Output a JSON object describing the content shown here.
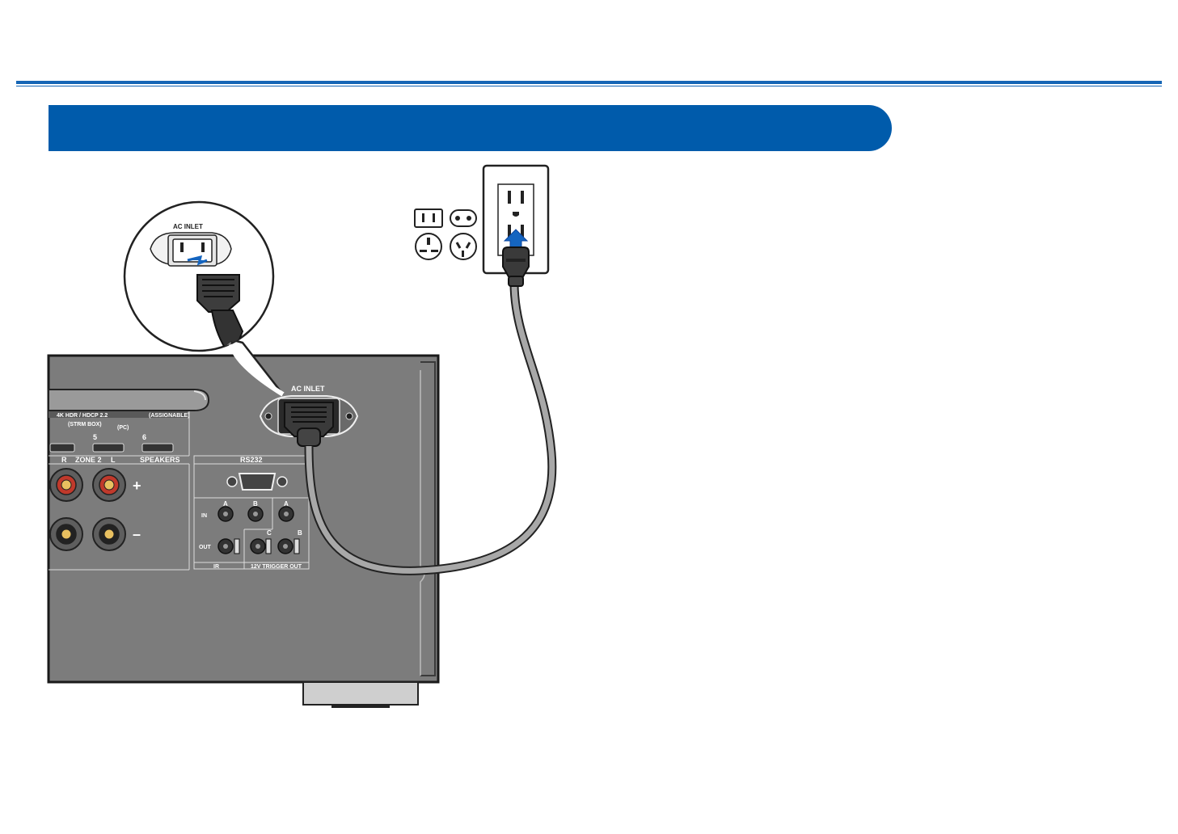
{
  "diagram": {
    "callout_label": "AC INLET",
    "inlet_label": "AC INLET",
    "hdmi": {
      "header": "4K HDR / HDCP 2.2",
      "assignable": "(ASSIGNABLE)",
      "strm_box": "(STRM BOX)",
      "pc": "(PC)",
      "port_5": "5",
      "port_6": "6"
    },
    "zone2": {
      "label": "ZONE 2",
      "r": "R",
      "l": "L",
      "speakers": "SPEAKERS",
      "plus": "+",
      "minus": "–"
    },
    "rs232": "RS232",
    "ir": {
      "in": "IN",
      "out": "OUT",
      "label": "IR",
      "a": "A",
      "b": "B"
    },
    "trigger": {
      "a": "A",
      "b": "B",
      "c": "C",
      "label": "12V TRIGGER OUT"
    }
  },
  "colors": {
    "accent": "#005bab",
    "panel": "#7c7c7c",
    "arrow": "#1565c0"
  }
}
